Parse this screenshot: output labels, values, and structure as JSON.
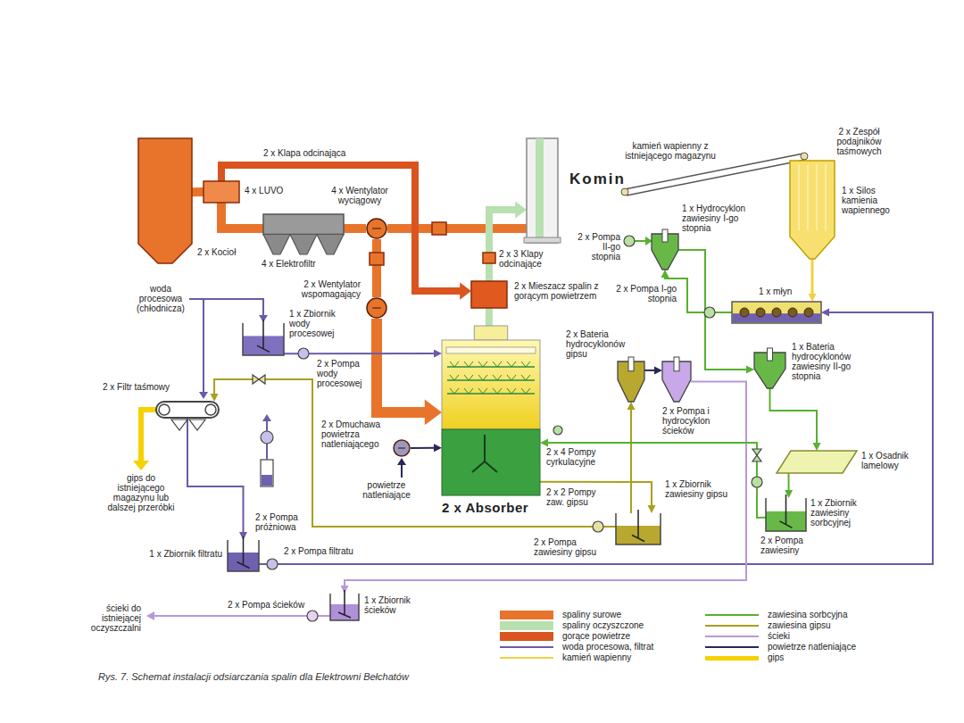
{
  "diagram": {
    "caption": "Rys. 7. Schemat instalacji odsiarczania spalin dla Elektrowni Bełchatów",
    "nodes": [
      {
        "text": [
          "2 x Kocioł"
        ]
      },
      {
        "text": [
          "4 x LUVO"
        ]
      },
      {
        "text": [
          "4 x Elektrofiltr"
        ]
      },
      {
        "text": [
          "4 x Wentylator wyciągowy"
        ]
      },
      {
        "text": [
          "Komin"
        ]
      },
      {
        "text": [
          "2 x 3 Klapy odcinające"
        ]
      },
      {
        "text": [
          "2 x Wentylator wspomagający"
        ]
      },
      {
        "text": [
          "2 x Mieszacz spalin z gorącym powietrzem"
        ]
      },
      {
        "text": [
          "2 x Absorber"
        ]
      },
      {
        "text": [
          "2 x Dmuchawa powietrza natleniającego"
        ]
      },
      {
        "text": [
          "1 x Zbiornik wody procesowej"
        ]
      },
      {
        "text": [
          "2 x Filtr taśmowy"
        ]
      },
      {
        "text": [
          "1 x Zbiornik filtratu"
        ]
      },
      {
        "text": [
          "1 x Zbiornik ścieków"
        ]
      },
      {
        "text": [
          "1 x Silos kamienia wapiennego"
        ]
      },
      {
        "text": [
          "1 x Hydrocyklon zawiesiny I-go stopnia"
        ]
      },
      {
        "text": [
          "1 x młyn"
        ]
      },
      {
        "text": [
          "2 x Bateria hydrocyklonów gipsu"
        ]
      },
      {
        "text": [
          "2 x Pompa i hydrocyklon ścieków"
        ]
      },
      {
        "text": [
          "1 x Bateria hydrocyklonów zawiesiny II-go stopnia"
        ]
      },
      {
        "text": [
          "1 x Osadnik lamelowy"
        ]
      },
      {
        "text": [
          "1 x Zbiornik zawiesiny sorbcyjnej"
        ]
      },
      {
        "text": [
          "1 x Zbiornik zawiesiny gipsu"
        ]
      }
    ],
    "edges": [
      {
        "from": 0,
        "to": 1,
        "arrow": "none"
      },
      {
        "from": 1,
        "to": 2,
        "arrow": "none"
      },
      {
        "from": 2,
        "to": 3,
        "arrow": "none"
      },
      {
        "from": 3,
        "to": 4,
        "arrow": "none"
      },
      {
        "from": 3,
        "to": 6,
        "arrow": "none"
      },
      {
        "from": 6,
        "to": 8,
        "arrow": "to"
      },
      {
        "from": 1,
        "to": 7,
        "arrow": "to"
      },
      {
        "from": 8,
        "to": 7,
        "arrow": "none"
      },
      {
        "from": 7,
        "to": 4,
        "arrow": "to"
      },
      {
        "from": 9,
        "to": 8,
        "arrow": "to"
      },
      {
        "from": 10,
        "to": 8,
        "arrow": "to"
      },
      {
        "from": 8,
        "to": 22,
        "arrow": "to"
      },
      {
        "from": 22,
        "to": 17,
        "arrow": "to"
      },
      {
        "from": 22,
        "to": 11,
        "arrow": "to"
      },
      {
        "from": 11,
        "to": 12,
        "arrow": "to"
      },
      {
        "from": 12,
        "to": 16,
        "arrow": "to"
      },
      {
        "from": 18,
        "to": 13,
        "arrow": "to"
      },
      {
        "from": 14,
        "to": 16,
        "arrow": "to"
      },
      {
        "from": 16,
        "to": 15,
        "arrow": "to"
      },
      {
        "from": 15,
        "to": 19,
        "arrow": "to"
      },
      {
        "from": 19,
        "to": 20,
        "arrow": "to"
      },
      {
        "from": 20,
        "to": 21,
        "arrow": "to"
      },
      {
        "from": 21,
        "to": 8,
        "arrow": "to"
      },
      {
        "from": 17,
        "to": 18,
        "arrow": "to"
      }
    ],
    "labels": [
      "2 x Klapa odcinająca",
      "woda procesowa (chłodnicza)",
      "2 x Pompa wody procesowej",
      "2 x Pompa próżniowa",
      "gips do istniejącego magazynu lub dalszej przeróbki",
      "2 x Pompa filtratu",
      "2 x Pompa ścieków",
      "ścieki do istniejącej oczyszczalni",
      "powietrze natleniające",
      "kamień wapienny z istniejącego magazynu",
      "2 x Zespół podajników taśmowych",
      "2 x Pompa II-go stopnia",
      "2 x Pompa I-go stopnia",
      "2 x 4 Pompy cyrkulacyjne",
      "2 x 2 Pompy zaw. gipsu",
      "2 x Pompa zawiesiny gipsu",
      "2 x Pompa zawiesiny"
    ],
    "legend": [
      {
        "text": "spaliny surowe",
        "color": "#e8742c"
      },
      {
        "text": "spaliny oczyszczone",
        "color": "#b8e0b0"
      },
      {
        "text": "gorące powietrze",
        "color": "#d9541e"
      },
      {
        "text": "woda procesowa, filtrat",
        "color": "#6b5aa8"
      },
      {
        "text": "kamień wapienny",
        "color": "#f0d040"
      },
      {
        "text": "zawiesina sorbcyjna",
        "color": "#58b030"
      },
      {
        "text": "zawiesina gipsu",
        "color": "#a8a020"
      },
      {
        "text": "ścieki",
        "color": "#b898d8"
      },
      {
        "text": "powietrze natleniające",
        "color": "#282858"
      },
      {
        "text": "gips",
        "color": "#f5d200"
      }
    ]
  }
}
